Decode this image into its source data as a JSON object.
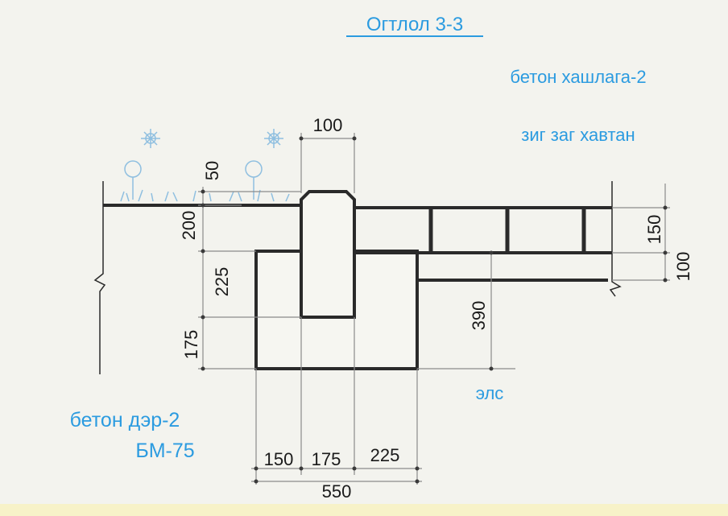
{
  "title": "Огтлол 3-3",
  "labels": {
    "concrete_curb": "бетон хашлага-2",
    "zigzag_slab": "зиг заг хавтан",
    "concrete_base_line1": "бетон дэр-2",
    "concrete_base_line2": "БМ-75",
    "sand": "элс"
  },
  "dimensions": {
    "top_width": "100",
    "cover_height": "50",
    "curb_above_base": "200",
    "curb_embed": "225",
    "base_thickness": "175",
    "slab_thickness": "150",
    "sublayer_thickness": "100",
    "total_depth": "390",
    "base_left": "150",
    "base_mid": "175",
    "base_right": "225",
    "base_total": "550"
  },
  "colors": {
    "label_blue": "#2b9be0",
    "line": "#2a2a2a",
    "background": "#f3f3ee"
  }
}
